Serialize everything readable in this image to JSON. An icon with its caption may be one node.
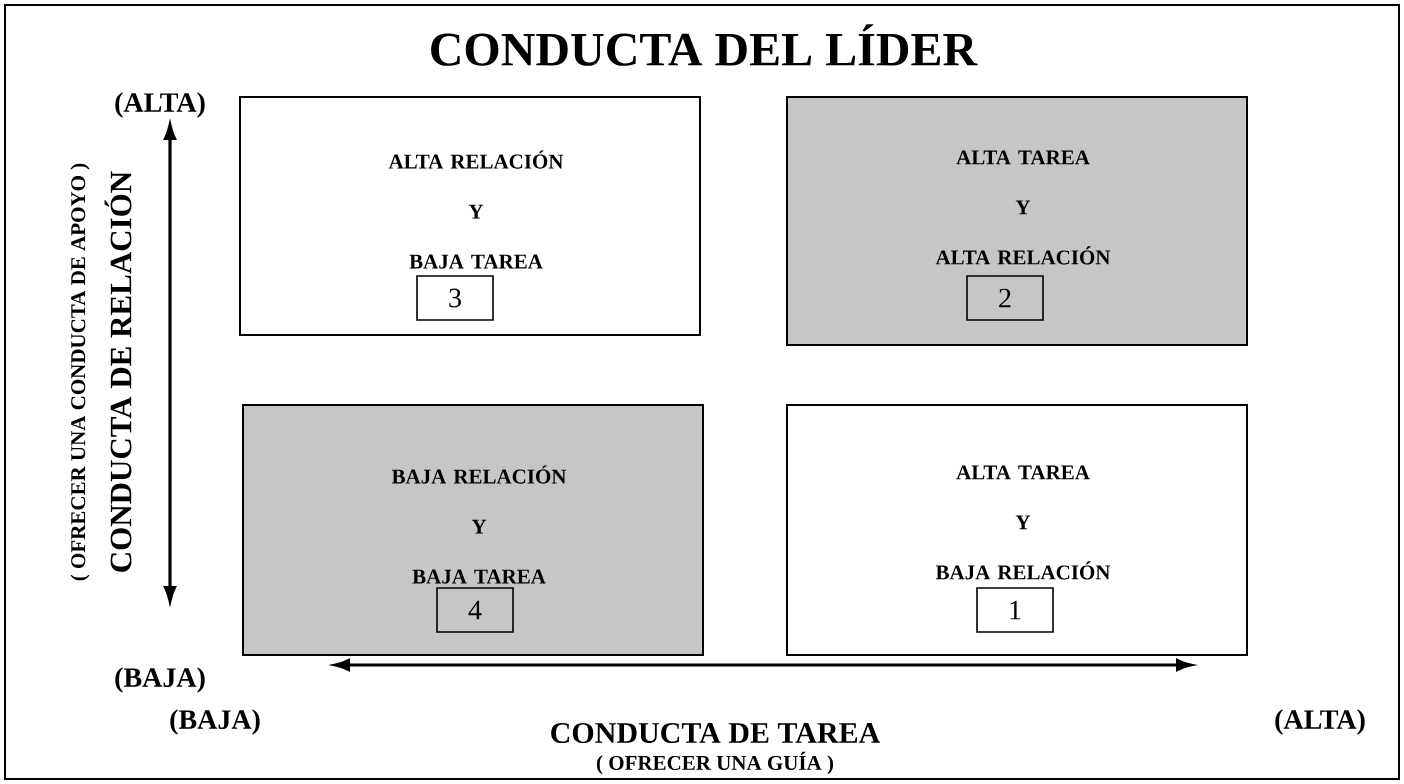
{
  "diagram": {
    "title": "CONDUCTA DEL LÍDER",
    "nodes": [
      {
        "text": [
          "ALTA RELACIÓN Y BAJA TAREA"
        ]
      },
      {
        "text": [
          "3"
        ],
        "in": 0
      },
      {
        "text": [
          "ALTA TAREA Y ALTA RELACIÓN"
        ]
      },
      {
        "text": [
          "2"
        ],
        "in": 2
      },
      {
        "text": [
          "BAJA RELACIÓN Y BAJA TAREA"
        ]
      },
      {
        "text": [
          "4"
        ],
        "in": 4
      },
      {
        "text": [
          "ALTA TAREA Y BAJA RELACIÓN"
        ]
      },
      {
        "text": [
          "1"
        ],
        "in": 6
      }
    ],
    "labels": [
      "(ALTA)",
      "CONDUCTA DE RELACIÓN",
      "( OFRECER UNA CONDUCTA DE APOYO )",
      "(BAJA)",
      "(BAJA)",
      "(ALTA)",
      "CONDUCTA DE TAREA",
      "( OFRECER UNA GUÍA )"
    ]
  }
}
